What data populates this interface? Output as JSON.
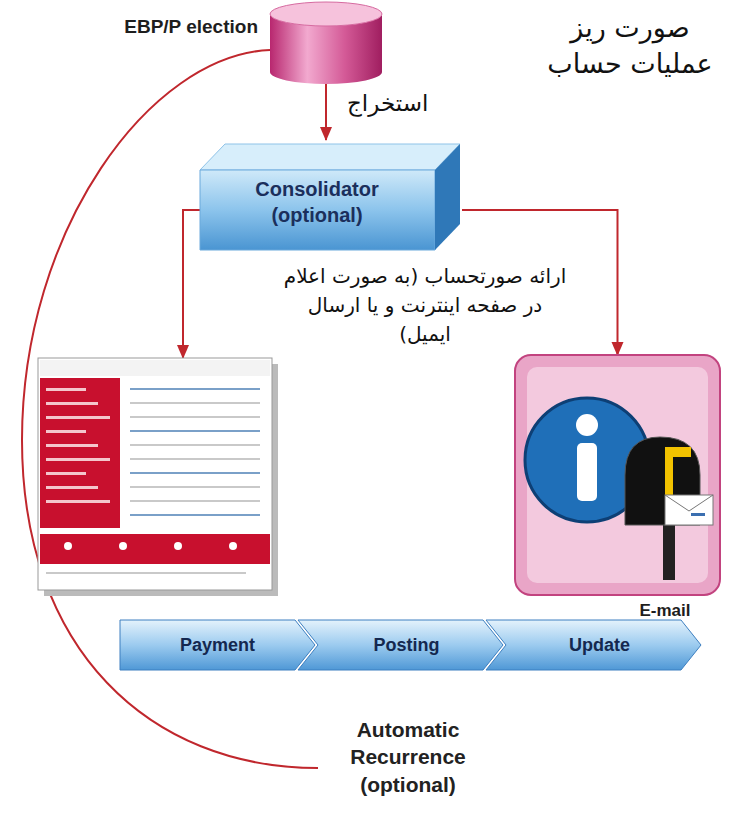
{
  "diagram": {
    "nodes": [
      {
        "text": [
          "EBP/P election"
        ]
      },
      {
        "text": [
          "Consolidator (optional)"
        ]
      },
      {
        "text": []
      },
      {
        "text": [
          "E-mail"
        ]
      },
      {
        "text": [
          "Payment"
        ]
      },
      {
        "text": [
          "Posting"
        ]
      },
      {
        "text": [
          "Update"
        ]
      }
    ],
    "edges": [
      {
        "from": 0,
        "to": 1,
        "label": "استخراج",
        "arrow": "to"
      },
      {
        "from": 1,
        "to": 2,
        "arrow": "to"
      },
      {
        "from": 1,
        "to": 3,
        "arrow": "to"
      }
    ],
    "labels": [
      "صورت ریز عملیات حساب",
      "ارائه صورتحساب (به صورت اعلام در صفحه اینترنت و یا ارسال ایمیل)",
      "Automatic Recurrence (optional)"
    ]
  }
}
